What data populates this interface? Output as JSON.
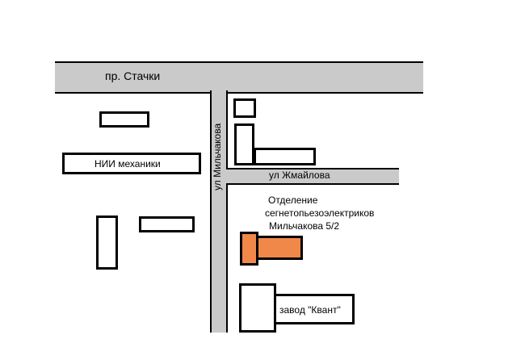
{
  "streets": {
    "stachki": "пр. Стачки",
    "milchakova": "ул Мильчакова",
    "zhmaylova": "ул Жмайлова"
  },
  "buildings": {
    "nii": "НИИ механики",
    "kvant": "завод \"Квант\""
  },
  "target": {
    "line1": "Отделение",
    "line2": "сегнетопьезоэлектриков",
    "line3": "Мильчакова 5/2",
    "color": "#f0884a"
  }
}
